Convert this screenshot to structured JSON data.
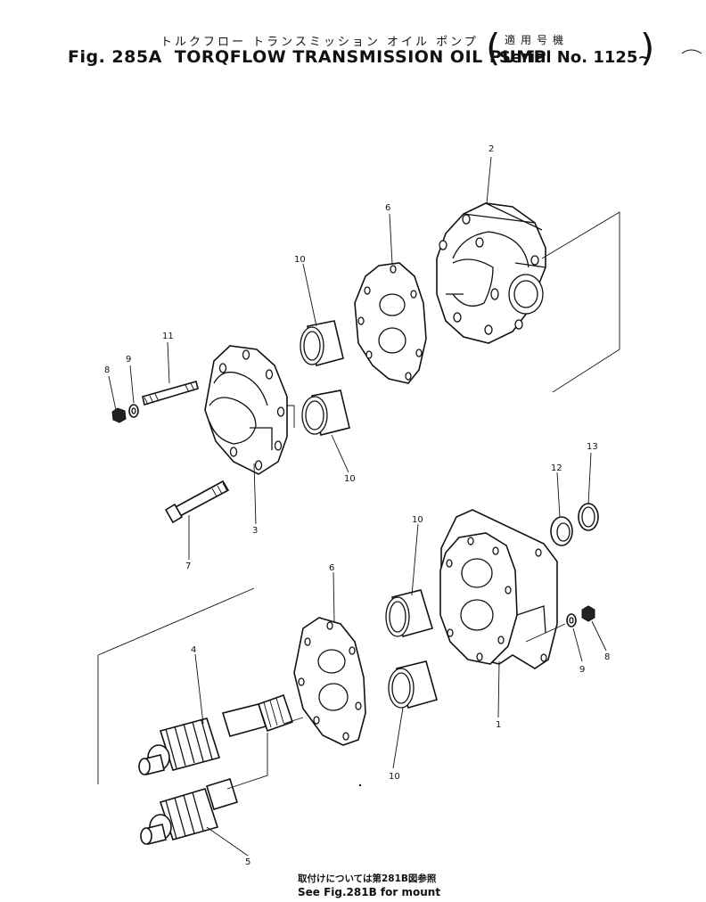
{
  "title": {
    "jp": "トルクフロー トランスミッション オイル ポンプ",
    "fig_label": "Fig. 285A",
    "en": "TORQFLOW TRANSMISSION OIL PUMP",
    "applicability_jp": "適用号機",
    "serial": "Serial No. 1125~"
  },
  "callouts": [
    "2",
    "6",
    "10",
    "11",
    "9",
    "8",
    "10",
    "3",
    "7",
    "13",
    "12",
    "10",
    "6",
    "4",
    "9",
    "8",
    "1",
    "10",
    "5"
  ],
  "footer": {
    "note_jp": "取付けについては第281B図参照",
    "note_en": "See Fig.281B for mount"
  }
}
